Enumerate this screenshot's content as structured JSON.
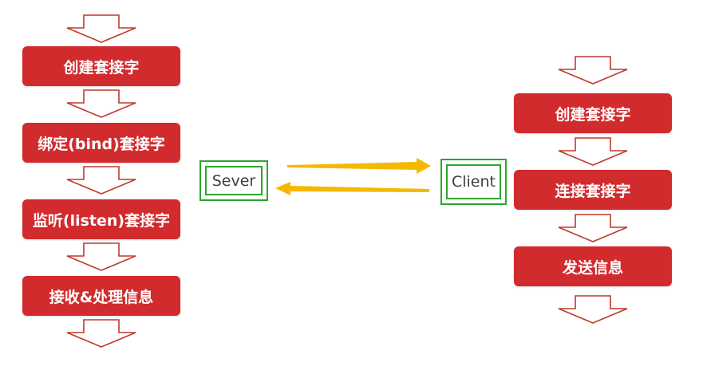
{
  "server_flow": {
    "steps": [
      {
        "label": "创建套接字"
      },
      {
        "label": "绑定(bind)套接字"
      },
      {
        "label": "监听(listen)套接字"
      },
      {
        "label": "接收&处理信息"
      }
    ]
  },
  "client_flow": {
    "steps": [
      {
        "label": "创建套接字"
      },
      {
        "label": "连接套接字"
      },
      {
        "label": "发送信息"
      }
    ]
  },
  "nodes": {
    "server": {
      "label": "Sever"
    },
    "client": {
      "label": "Client"
    }
  },
  "colors": {
    "step_fill": "#d12b2e",
    "step_text": "#ffffff",
    "down_arrow_stroke": "#c0392b",
    "node_border": "#2ca62c",
    "exchange_arrow": "#f5b800"
  }
}
